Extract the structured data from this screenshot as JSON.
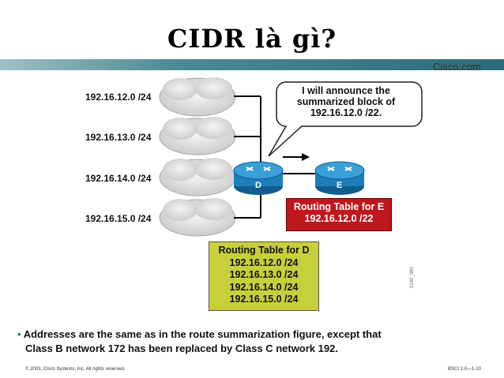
{
  "slide": {
    "title": "CIDR là gì?",
    "brand": "Cisco.com",
    "networks": [
      "192.16.12.0 /24",
      "192.16.13.0 /24",
      "192.16.14.0 /24",
      "192.16.15.0 /24"
    ],
    "callout": [
      "I will announce the",
      "summarized block of",
      "192.16.12.0 /22."
    ],
    "routers": {
      "d": "D",
      "e": "E"
    },
    "routing_table_e": {
      "title": "Routing Table for E",
      "entries": [
        "192.16.12.0 /22"
      ]
    },
    "routing_table_d": {
      "title": "Routing Table for D",
      "entries": [
        "192.16.12.0 /24",
        "192.16.13.0 /24",
        "192.16.14.0 /24",
        "192.16.15.0 /24"
      ]
    },
    "figure_code": "0140_080",
    "bullet": [
      "Addresses are the same as in the route summarization figure, except that",
      "Class B network 172 has been replaced by Class C network 192."
    ],
    "footer_left": "© 2003, Cisco Systems, Inc. All rights reserved.",
    "footer_right": "BSCI 2.0—1-10",
    "colors": {
      "accent": "#2f7a86",
      "router": "#1d7fb8",
      "table_e": "#c0161e",
      "table_d": "#c9cf3a"
    }
  }
}
